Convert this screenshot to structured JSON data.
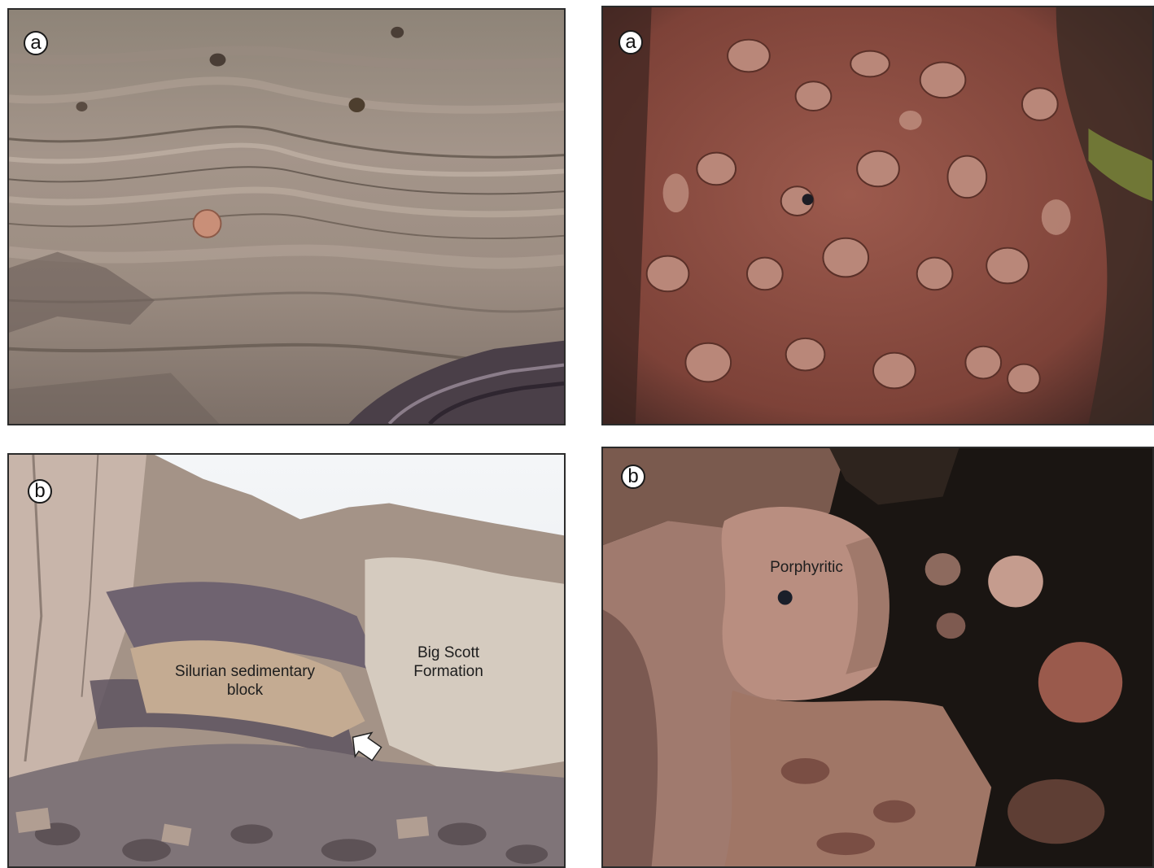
{
  "panels": {
    "top_left": {
      "badge": "a"
    },
    "top_right": {
      "badge": "a"
    },
    "bottom_left": {
      "badge": "b",
      "label_silurian_line1": "Silurian sedimentary",
      "label_silurian_line2": "block",
      "label_bigscott_line1": "Big Scott",
      "label_bigscott_line2": "Formation"
    },
    "bottom_right": {
      "badge": "b",
      "label_porphyritic": "Porphyritic"
    }
  },
  "colors": {
    "rock_grey": "#8f8275",
    "sandstone_tan": "#b39c8a",
    "conglomerate_red": "#8a4a3f",
    "pebble_pink": "#b98779",
    "sky": "#eef0f2"
  }
}
